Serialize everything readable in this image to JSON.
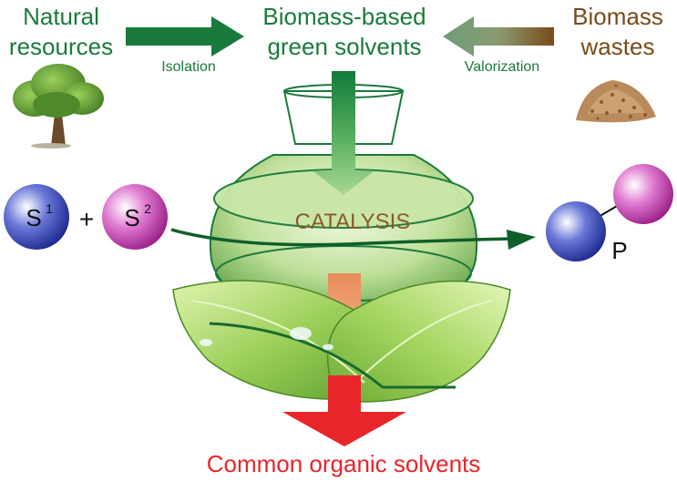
{
  "labels": {
    "natural_resources_line1": "Natural",
    "natural_resources_line2": "resources",
    "green_solvents_line1": "Biomass-based",
    "green_solvents_line2": "green solvents",
    "biomass_wastes_line1": "Biomass",
    "biomass_wastes_line2": "wastes",
    "isolation": "Isolation",
    "valorization": "Valorization",
    "catalysis": "CATALYSIS",
    "common_solvents": "Common organic solvents",
    "substrate1": "S",
    "substrate1_sup": "1",
    "substrate2": "S",
    "substrate2_sup": "2",
    "plus": "+",
    "product": "P"
  },
  "colors": {
    "green_dark": "#1a7a3c",
    "brown": "#7a4a1a",
    "red": "#e8252a",
    "catalysis_text": "#8a5a2a",
    "substrate1": "#2b3aa8",
    "substrate2": "#b0309a"
  },
  "icons": {
    "tree": "tree-icon",
    "wood_chips": "wood-chips-icon",
    "flask": "round-flask-icon",
    "leaves": "green-leaves-icon"
  }
}
